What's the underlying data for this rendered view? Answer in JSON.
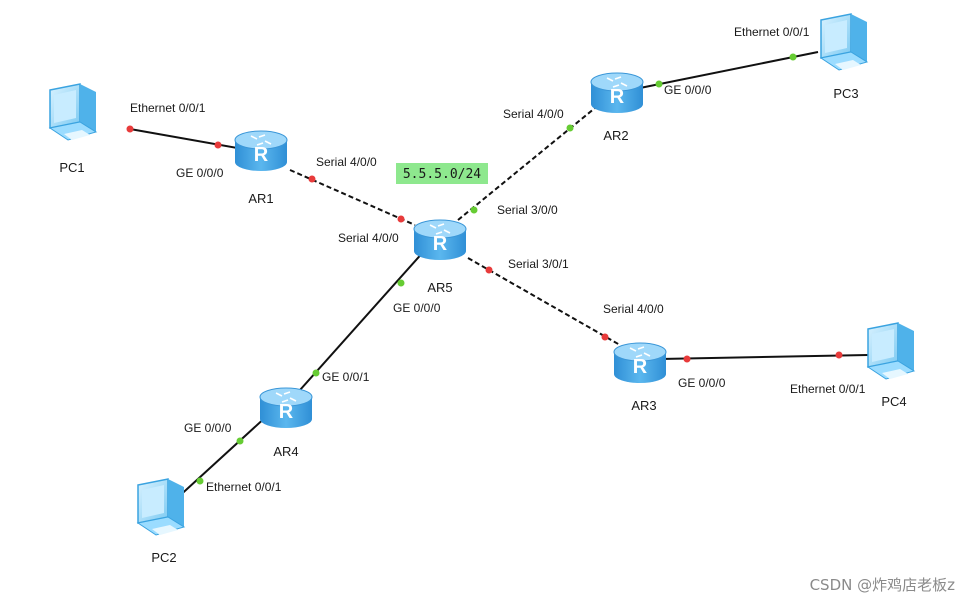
{
  "devices": {
    "PC1": "PC1",
    "PC2": "PC2",
    "PC3": "PC3",
    "PC4": "PC4",
    "AR1": "AR1",
    "AR2": "AR2",
    "AR3": "AR3",
    "AR4": "AR4",
    "AR5": "AR5"
  },
  "interfaces": {
    "pc1_eth": "Ethernet 0/0/1",
    "ar1_ge": "GE 0/0/0",
    "ar1_serial": "Serial 4/0/0",
    "ar5_serial_ar1": "Serial 4/0/0",
    "ar5_serial_ar2": "Serial 3/0/0",
    "ar5_serial_ar3": "Serial 3/0/1",
    "ar5_ge": "GE 0/0/0",
    "ar2_serial": "Serial 4/0/0",
    "ar2_ge": "GE 0/0/0",
    "pc3_eth": "Ethernet 0/0/1",
    "ar3_serial": "Serial 4/0/0",
    "ar3_ge": "GE 0/0/0",
    "pc4_eth": "Ethernet 0/0/1",
    "ar4_ge_up": "GE 0/0/1",
    "ar4_ge_down": "GE 0/0/0",
    "pc2_eth": "Ethernet 0/0/1"
  },
  "subnet_label": "5.5.5.0/24",
  "watermark": "CSDN @炸鸡店老板z",
  "colors": {
    "router_body": "#4aa3e0",
    "router_top": "#8fd0f7",
    "port_up": "#66cc33",
    "port_down": "#e83b3b",
    "subnet_bg": "#8ee88e",
    "pc_body": "#5bbcf0"
  }
}
